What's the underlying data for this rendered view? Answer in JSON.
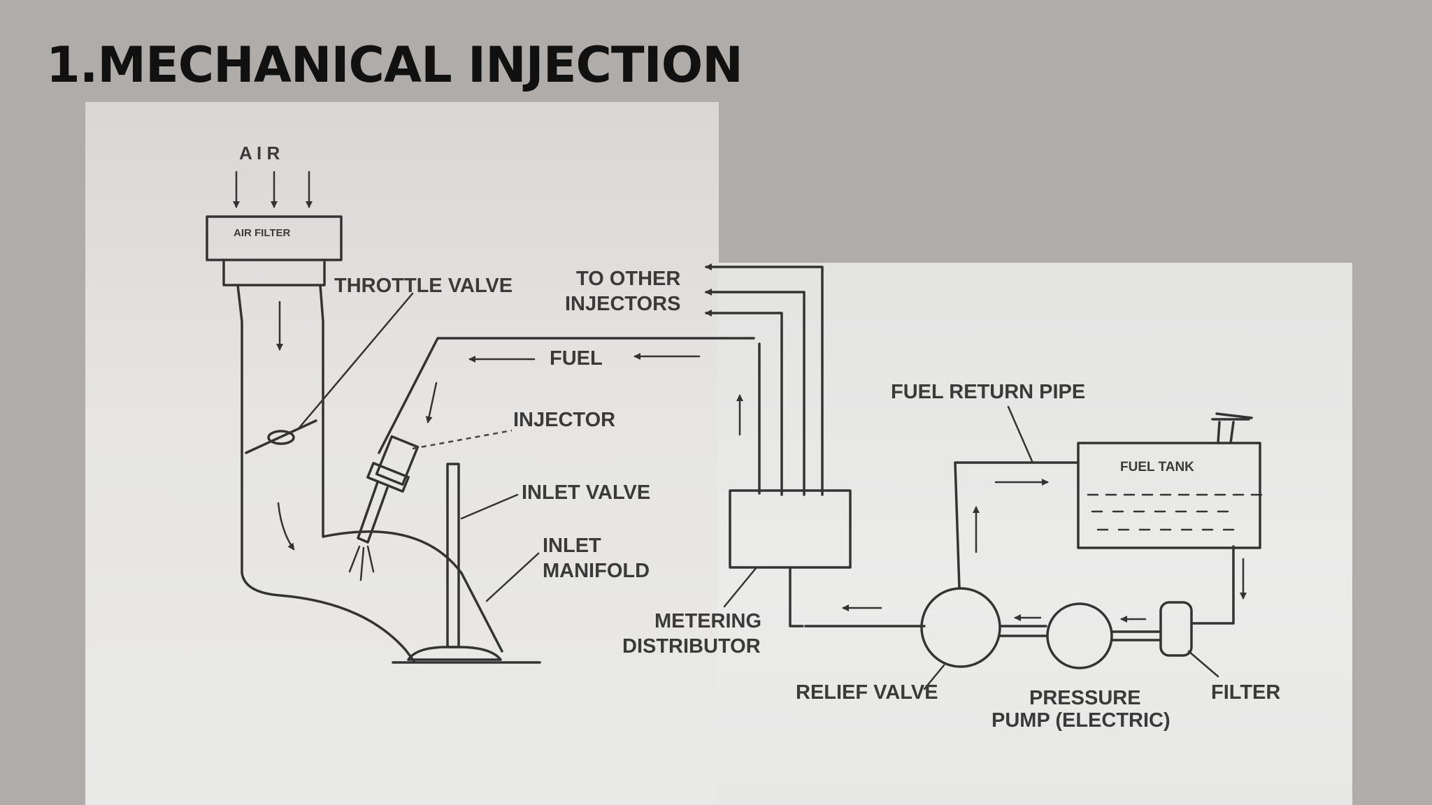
{
  "title": "1.MECHANICAL INJECTION",
  "diagram": {
    "labels": {
      "air": "A I R",
      "air_filter": "AIR FILTER",
      "throttle_valve": "THROTTLE VALVE",
      "to_other_1": "TO OTHER",
      "to_other_2": "INJECTORS",
      "fuel": "FUEL",
      "injector": "INJECTOR",
      "inlet_valve": "INLET VALVE",
      "inlet_manifold_1": "INLET",
      "inlet_manifold_2": "MANIFOLD",
      "metering_1": "METERING",
      "metering_2": "DISTRIBUTOR",
      "fuel_return_pipe": "FUEL RETURN PIPE",
      "fuel_tank": "FUEL TANK",
      "relief_valve": "RELIEF VALVE",
      "pressure_1": "PRESSURE",
      "pressure_2": "PUMP (ELECTRIC)",
      "filter": "FILTER"
    }
  }
}
